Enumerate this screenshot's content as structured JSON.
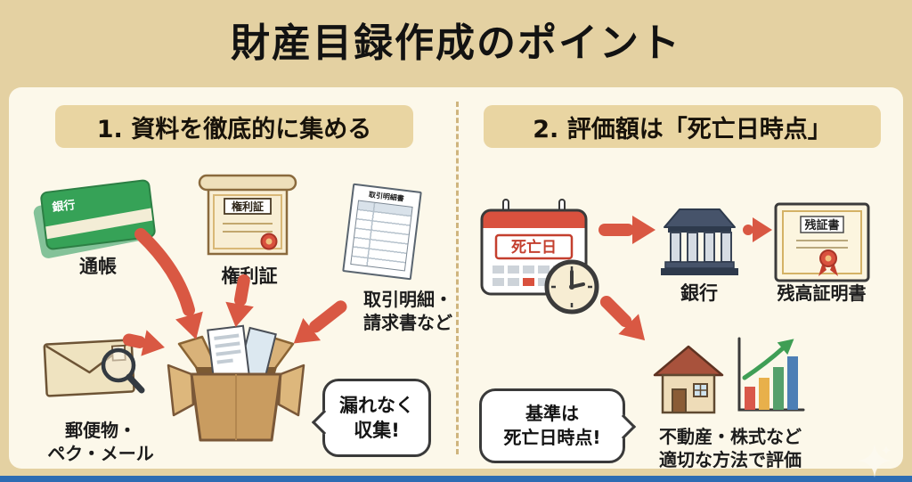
{
  "page": {
    "title": "財産目録作成のポイント"
  },
  "left": {
    "header": "1. 資料を徹底的に集める",
    "passbook": {
      "card_text": "銀行",
      "label": "通帳"
    },
    "deed": {
      "icon_text": "権利証",
      "label": "権利証"
    },
    "statement": {
      "doc_title": "取引明細書",
      "label": "取引明細・\n請求書など"
    },
    "mail": {
      "label": "郵便物・\nペク・メール"
    },
    "bubble": "漏れなく\n収集!"
  },
  "right": {
    "header": "2. 評価額は「死亡日時点」",
    "calendar": {
      "date_text": "死亡日"
    },
    "bank": {
      "label": "銀行"
    },
    "certificate": {
      "icon_text": "残証書",
      "label": "残高証明書"
    },
    "valuation": {
      "label": "不動産・株式など\n適切な方法で評価"
    },
    "bubble": "基準は\n死亡日時点!"
  },
  "colors": {
    "background": "#e4d1a2",
    "panel": "#fcf8ea",
    "header_badge": "#e9d5a2",
    "arrow_red": "#d95843",
    "calendar_red": "#d9513e",
    "passbook_green": "#36a257",
    "bottom_bar_blue": "#2d6cb3"
  }
}
